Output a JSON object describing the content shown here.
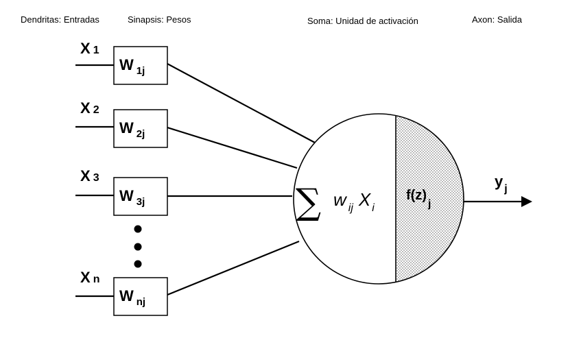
{
  "header": {
    "dendrites": "Dendritas: Entradas",
    "synapses": "Sinapsis: Pesos",
    "soma": "Soma: Unidad de activación",
    "axon": "Axon: Salida"
  },
  "inputs": [
    {
      "x_base": "X",
      "x_sub": "1",
      "w_base": "W",
      "w_sub": "1j"
    },
    {
      "x_base": "X",
      "x_sub": "2",
      "w_base": "W",
      "w_sub": "2j"
    },
    {
      "x_base": "X",
      "x_sub": "3",
      "w_base": "W",
      "w_sub": "3j"
    },
    {
      "x_base": "X",
      "x_sub": "n",
      "w_base": "W",
      "w_sub": "nj"
    }
  ],
  "soma": {
    "sigma": "∑",
    "w": "w",
    "w_sub": "ij",
    "x": "X",
    "x_sub": "i",
    "activation": "f(z)",
    "activation_sub": "j"
  },
  "output": {
    "base": "y",
    "sub": "j"
  }
}
